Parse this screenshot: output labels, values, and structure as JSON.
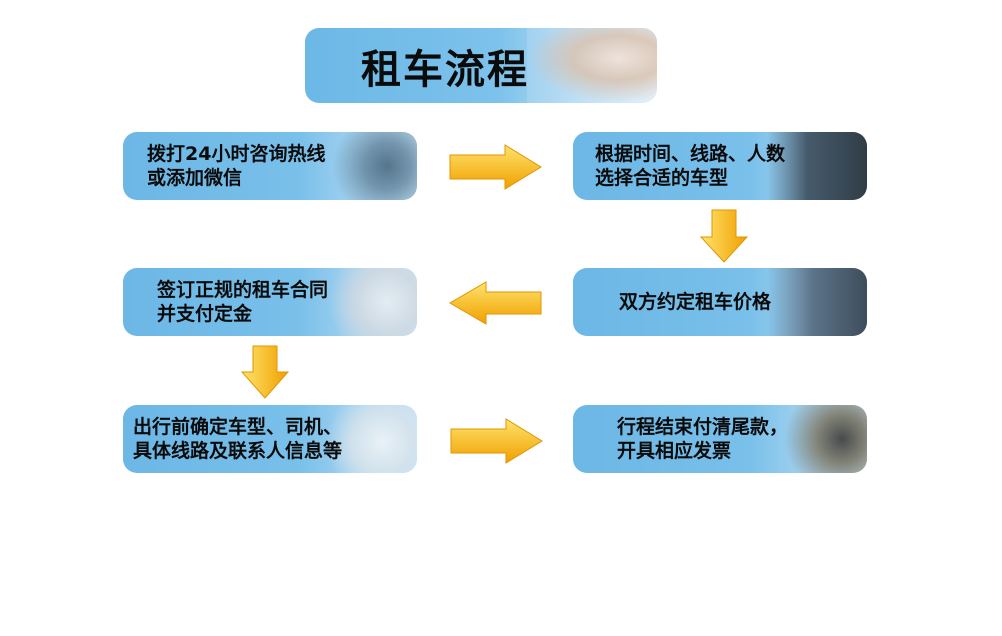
{
  "title": "租车流程",
  "steps": [
    {
      "id": "step-1",
      "lines": [
        "拨打24小时咨询热线",
        "或添加微信"
      ],
      "icon": "phone-icon"
    },
    {
      "id": "step-2",
      "lines": [
        "根据时间、线路、人数",
        "选择合适的车型"
      ],
      "icon": "car-icon"
    },
    {
      "id": "step-3",
      "lines": [
        "双方约定租车价格"
      ],
      "icon": "handshake-icon"
    },
    {
      "id": "step-4",
      "lines": [
        "签订正规的租车合同",
        "并支付定金"
      ],
      "icon": "contract-icon"
    },
    {
      "id": "step-5",
      "lines": [
        "出行前确定车型、司机、",
        "具体线路及联系人信息等"
      ],
      "icon": "document-icon"
    },
    {
      "id": "step-6",
      "lines": [
        "行程结束付清尾款，",
        "开具相应发票"
      ],
      "icon": "money-icon"
    }
  ],
  "colors": {
    "box": "#79c0ea",
    "arrow_light": "#ffe36b",
    "arrow_dark": "#f0a000"
  }
}
